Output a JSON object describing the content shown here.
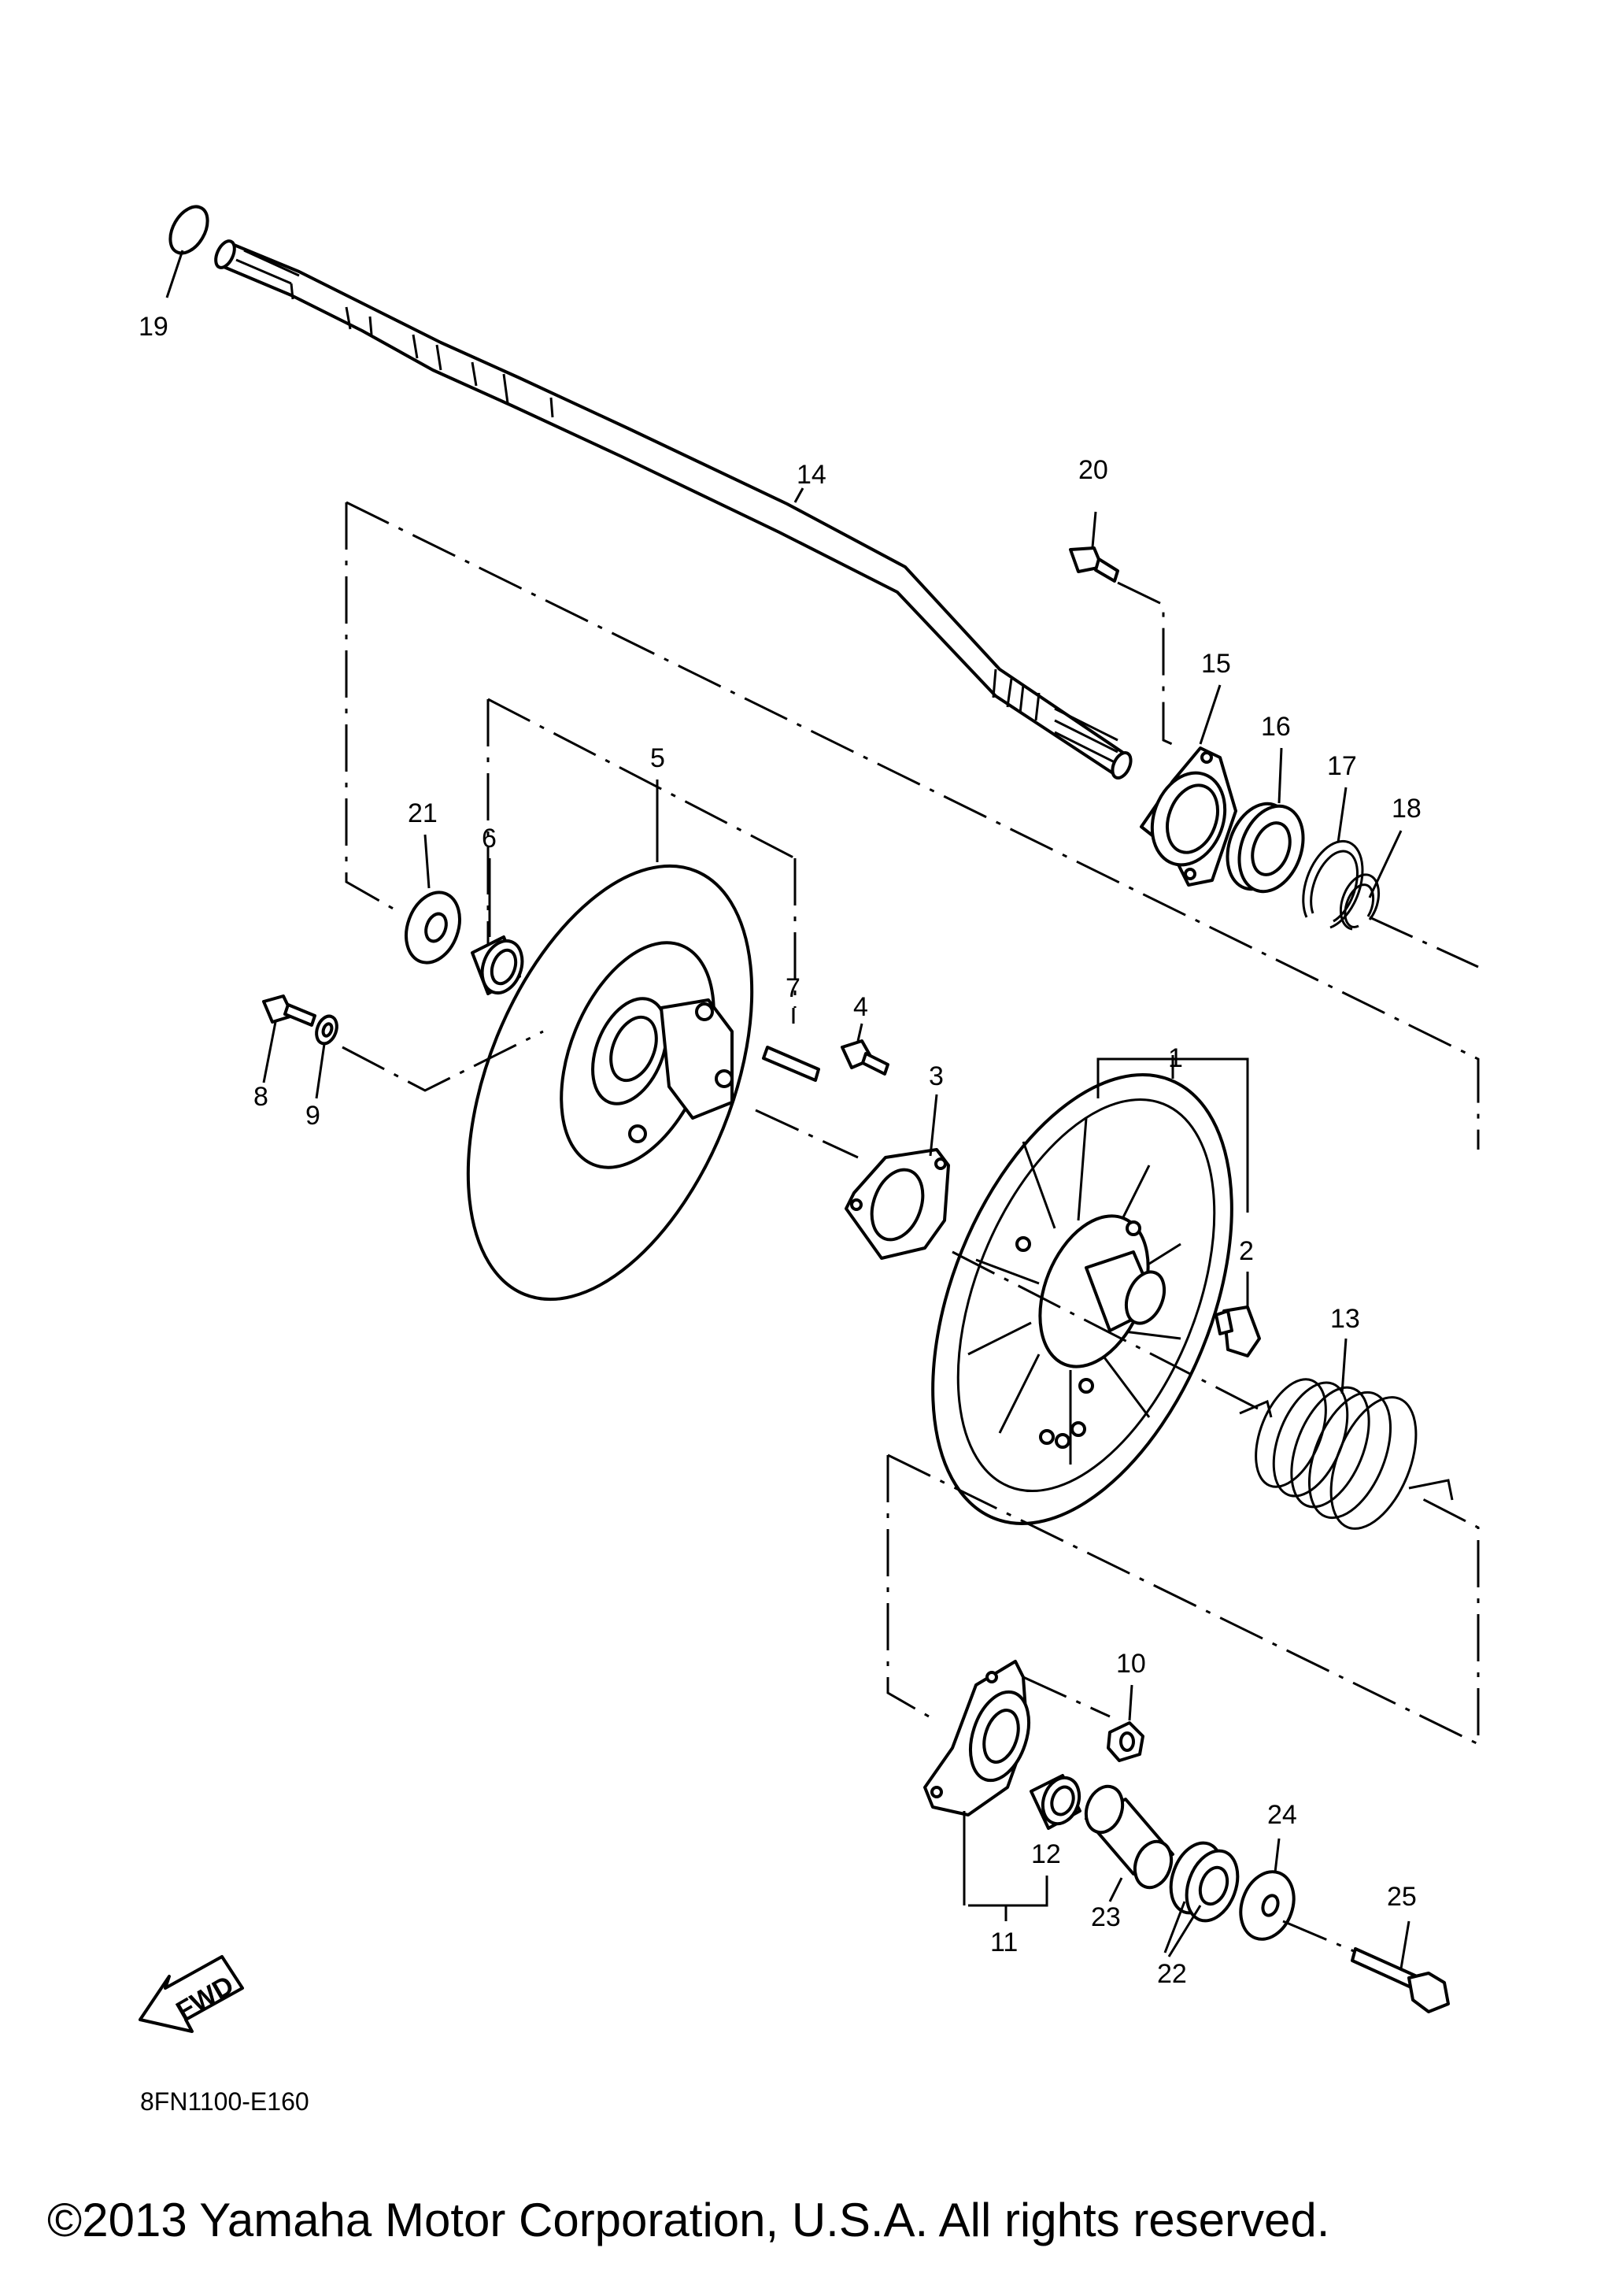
{
  "callouts": {
    "c1": "1",
    "c2": "2",
    "c3": "3",
    "c4": "4",
    "c5": "5",
    "c6": "6",
    "c7": "7",
    "c8": "8",
    "c9": "9",
    "c10": "10",
    "c11": "11",
    "c12": "12",
    "c13": "13",
    "c14": "14",
    "c15": "15",
    "c16": "16",
    "c17": "17",
    "c18": "18",
    "c19": "19",
    "c20": "20",
    "c21": "21",
    "c22": "22",
    "c23": "23",
    "c24": "24",
    "c25": "25"
  },
  "fwd_label": "FWD",
  "diagram_code": "8FN1100-E160",
  "copyright": "©2013 Yamaha Motor Corporation, U.S.A. All rights reserved."
}
